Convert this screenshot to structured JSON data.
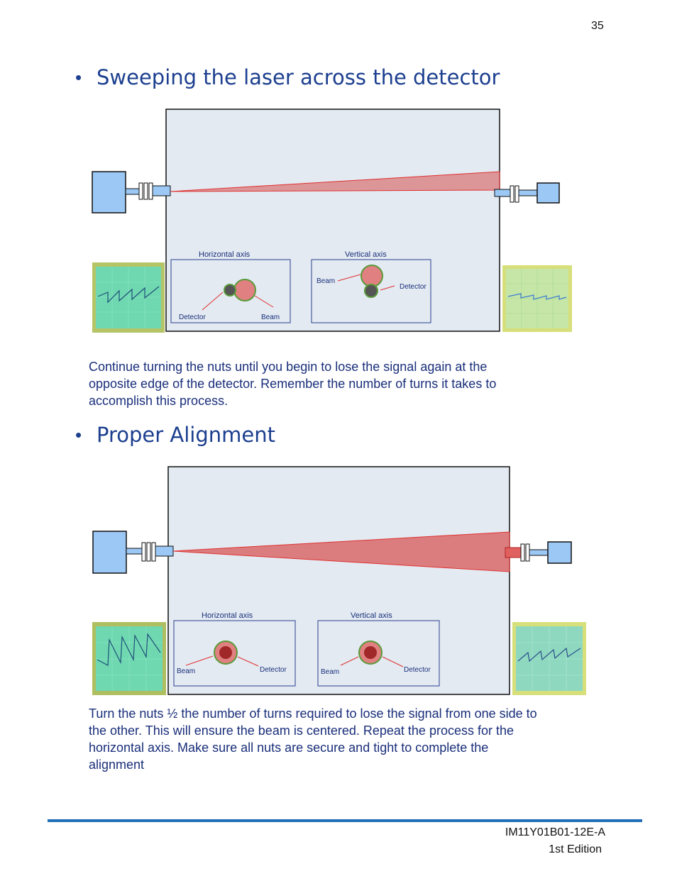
{
  "page_number": "35",
  "section1": {
    "bullet": "•",
    "title": "Sweeping the laser across the detector",
    "horizontal_axis_label": "Horizontal axis",
    "vertical_axis_label": "Vertical axis",
    "h_detector": "Detector",
    "h_beam": "Beam",
    "v_beam": "Beam",
    "v_detector": "Detector",
    "paragraph_lines": [
      "Continue  turning  the nuts  until  you begin to lose the signal again at the",
      "opposite edge of the detector. Remember the number of turns it takes to",
      "accomplish  this process."
    ]
  },
  "section2": {
    "bullet": "•",
    "title": "Proper Alignment",
    "horizontal_axis_label": "Horizontal axis",
    "vertical_axis_label": "Vertical axis",
    "h_beam": "Beam",
    "h_detector": "Detector",
    "v_beam": "Beam",
    "v_detector": "Detector",
    "paragraph_lines": [
      "Turn  the nuts  ½ the number  of turns  required to lose the signal  from one side to",
      "the  other. This will ensure  the beam is centered. Repeat the process for the",
      "horizontal  axis.  Make sure all nuts  are secure and tight to complete  the",
      "alignment"
    ]
  },
  "footer": {
    "doc_id": "IM11Y01B01-12E-A",
    "edition": "1st Edition"
  },
  "colors": {
    "heading": "#1c3f8f",
    "body_text": "#1a2f7a",
    "footer_rule": "#1f6fb6",
    "panel_bg": "#e3eaf2",
    "device_blue": "#9cc8f5",
    "beam_red": "#d9534f"
  }
}
